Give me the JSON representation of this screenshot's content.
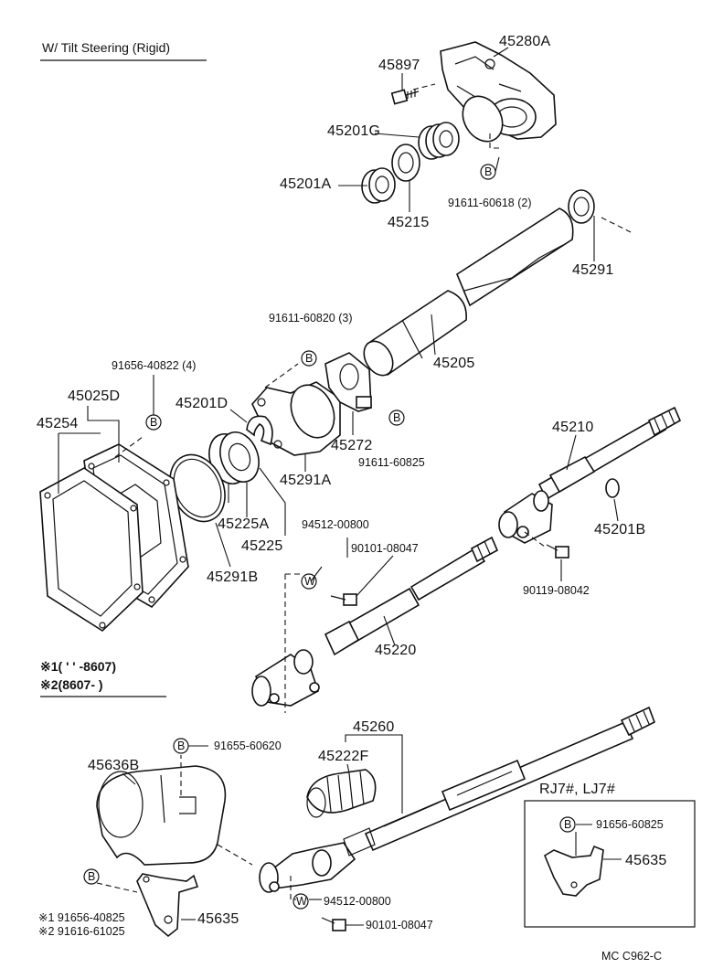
{
  "title": "W/ Tilt Steering (Rigid)",
  "footer_code": "MC  C962-C",
  "inset_title": "RJ7#, LJ7#",
  "notes": [
    {
      "mark": "※1",
      "text": "(    ' ' -8607)"
    },
    {
      "mark": "※2",
      "text": "(8607-         )"
    }
  ],
  "circle_symbols": {
    "b": "B",
    "w": "W"
  },
  "parts": {
    "p45897": "45897",
    "p45280A": "45280A",
    "p45201G": "45201G",
    "p45201A": "45201A",
    "p45215": "45215",
    "p91611_60618": "91611-60618 (2)",
    "p45291": "45291",
    "p91611_60820": "91611-60820 (3)",
    "p45205": "45205",
    "p91656_40822": "91656-40822 (4)",
    "p45025D": "45025D",
    "p45201D": "45201D",
    "p45254": "45254",
    "p45272": "45272",
    "p91611_60825": "91611-60825",
    "p45291A": "45291A",
    "p45210": "45210",
    "p45225A": "45225A",
    "p45225": "45225",
    "p94512_00800": "94512-00800",
    "p90101_08047": "90101-08047",
    "p45201B": "45201B",
    "p45291B": "45291B",
    "p90119_08042": "90119-08042",
    "p45220": "45220",
    "p45260": "45260",
    "p91655_60620": "91655-60620",
    "p45222F": "45222F",
    "p45636B": "45636B",
    "p91656_60825": "91656-60825",
    "p45635_inset": "45635",
    "p45635": "45635",
    "p91656_40825": "91656-40825",
    "p91616_61025": "91616-61025",
    "p94512_00800_b": "94512-00800",
    "p90101_08047_b": "90101-08047"
  }
}
